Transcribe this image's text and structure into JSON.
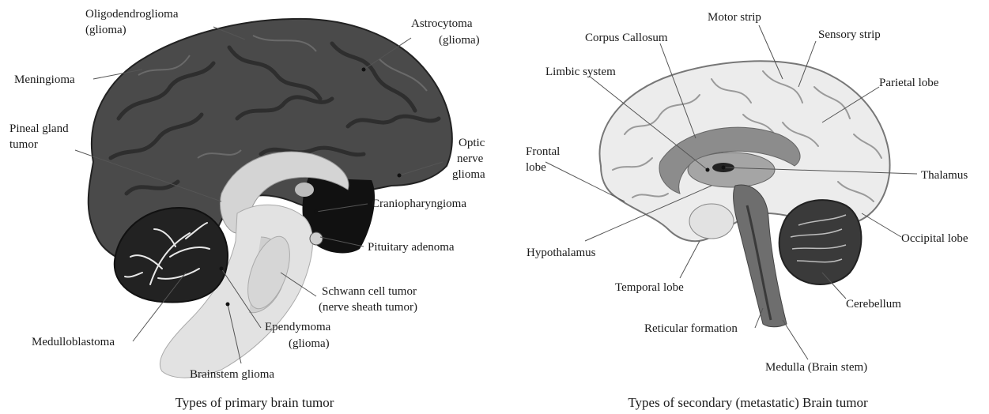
{
  "left_panel": {
    "caption": "Types of primary brain tumor",
    "labels": {
      "oligodendroglioma_1": "Oligodendroglioma",
      "oligodendroglioma_2": "(glioma)",
      "astrocytoma_1": "Astrocytoma",
      "astrocytoma_2": "(glioma)",
      "meningioma": "Meningioma",
      "pineal_1": "Pineal gland",
      "pineal_2": "tumor",
      "optic_1": "Optic",
      "optic_2": "nerve",
      "optic_3": "glioma",
      "craniopharyngioma": "Craniopharyngioma",
      "pituitary": "Pituitary adenoma",
      "schwann_1": "Schwann cell tumor",
      "schwann_2": "(nerve sheath tumor)",
      "medulloblastoma": "Medulloblastoma",
      "ependymoma_1": "Ependymoma",
      "ependymoma_2": "(glioma)",
      "brainstem": "Brainstem glioma"
    }
  },
  "right_panel": {
    "caption": "Types of secondary (metastatic) Brain tumor",
    "labels": {
      "motor": "Motor strip",
      "corpus": "Corpus Callosum",
      "sensory": "Sensory strip",
      "limbic": "Limbic system",
      "parietal": "Parietal lobe",
      "frontal_1": "Frontal",
      "frontal_2": "lobe",
      "thalamus": "Thalamus",
      "hypothalamus": "Hypothalamus",
      "occipital": "Occipital lobe",
      "temporal": "Temporal lobe",
      "cerebellum": "Cerebellum",
      "reticular": "Reticular formation",
      "medulla": "Medulla (Brain stem)"
    }
  }
}
